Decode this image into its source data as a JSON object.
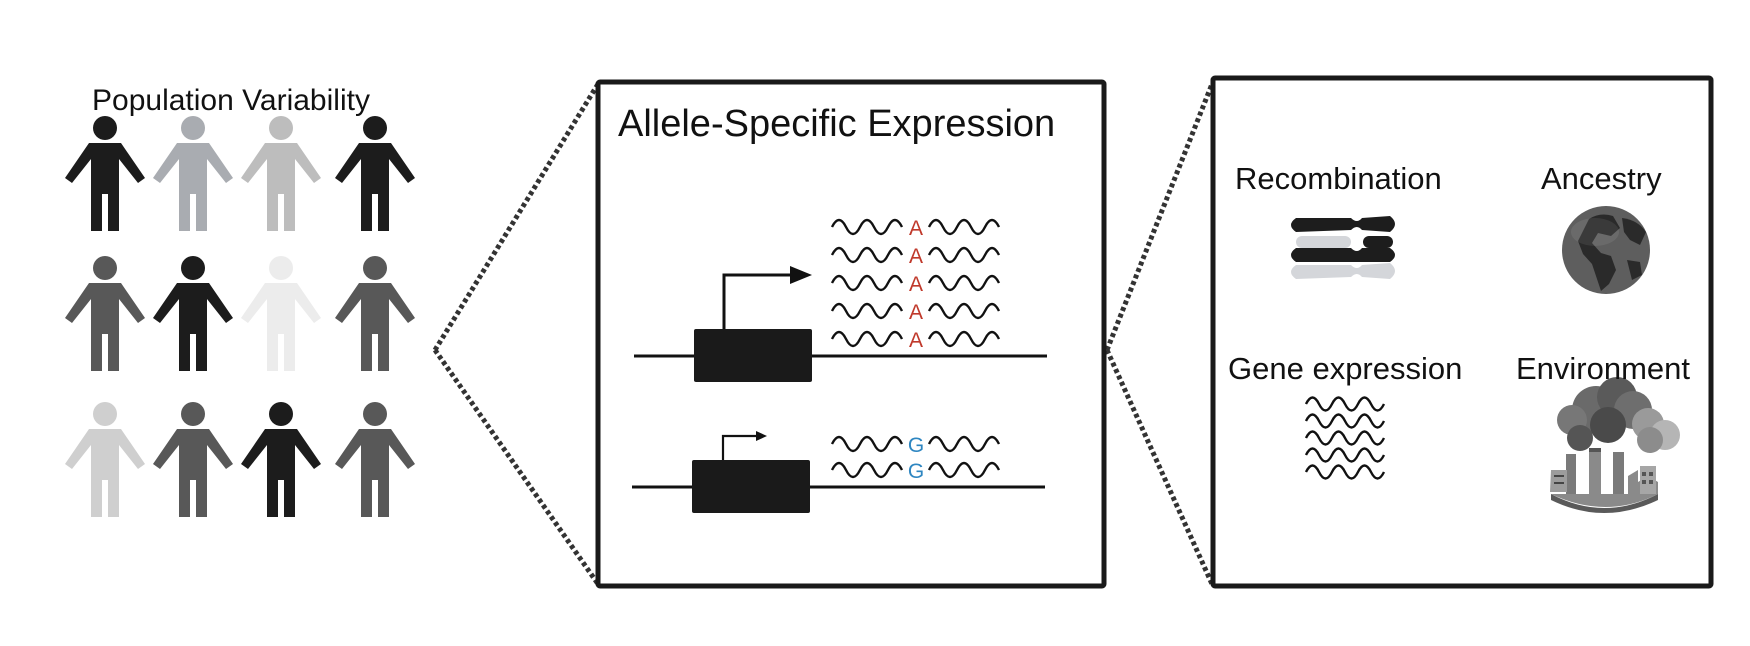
{
  "population": {
    "title": "Population Variability",
    "people_shades": [
      [
        "#1c1c1c",
        "#a9acb1",
        "#bdbdbd",
        "#1c1c1c"
      ],
      [
        "#585858",
        "#1c1c1c",
        "#ececec",
        "#585858"
      ],
      [
        "#cfcfcf",
        "#585858",
        "#1c1c1c",
        "#585858"
      ]
    ]
  },
  "ase": {
    "title": "Allele-Specific Expression",
    "upper_allele": {
      "nucleotide": "A",
      "reads": 5,
      "color": "#c0392b"
    },
    "lower_allele": {
      "nucleotide": "G",
      "reads": 2,
      "color": "#2e86c1"
    }
  },
  "factors": {
    "recombination": "Recombination",
    "ancestry": "Ancestry",
    "gene_expression": "Gene expression",
    "environment": "Environment"
  },
  "colors": {
    "figure_ink": "#1a1a1a",
    "connector": "#333333"
  }
}
